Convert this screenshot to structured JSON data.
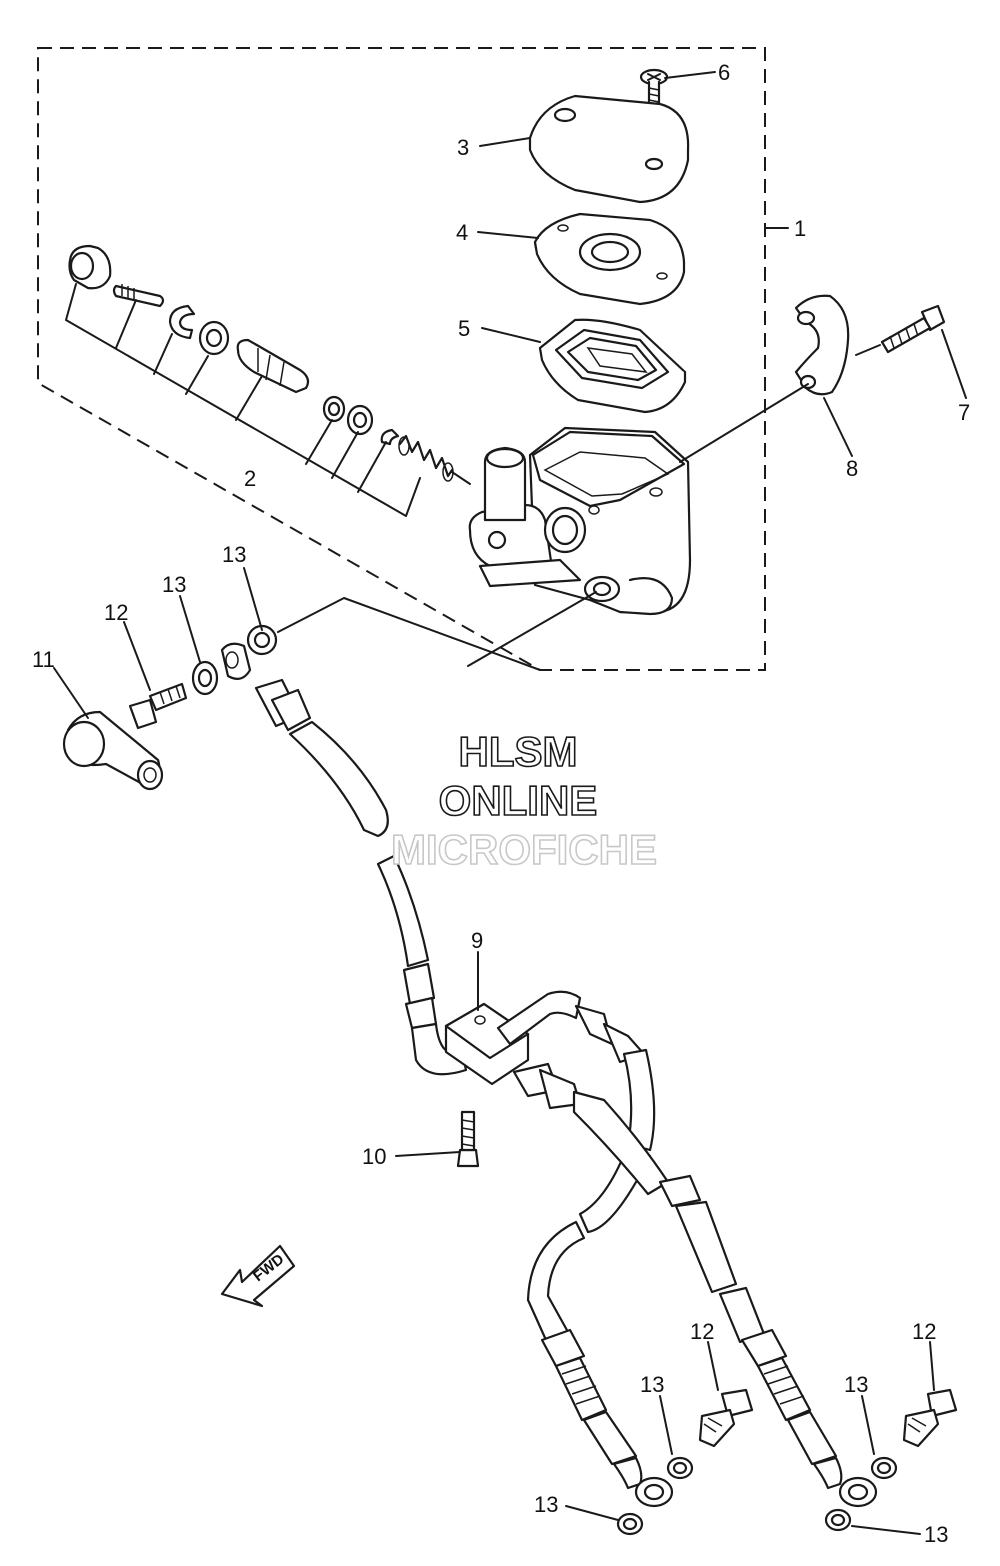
{
  "watermark": {
    "line1": "HLSM",
    "line2": "ONLINE",
    "line3": "MICROFICHE"
  },
  "direction_arrow": {
    "label": "FWD"
  },
  "callouts": {
    "c1": "1",
    "c2": "2",
    "c3": "3",
    "c4": "4",
    "c5": "5",
    "c6": "6",
    "c7": "7",
    "c8": "8",
    "c9": "9",
    "c10": "10",
    "c11": "11",
    "c12a": "12",
    "c12b": "12",
    "c12c": "12",
    "c13a": "13",
    "c13b": "13",
    "c13c": "13",
    "c13d": "13",
    "c13e": "13",
    "c13f": "13"
  }
}
